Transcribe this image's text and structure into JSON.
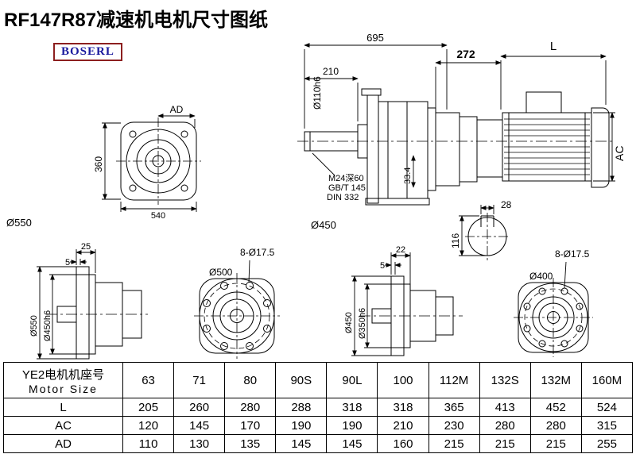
{
  "title": "RF147R87减速机电机尺寸图纸",
  "logo": "BOSERL",
  "drawing": {
    "assembly": {
      "dim_overall": "695",
      "dim_shaft": "210",
      "shaft_dia": "Ø110h6",
      "dim_adapter": "272",
      "dim_motor_len": "L",
      "dim_motor_height": "AC",
      "tap_note1": "M24深60",
      "tap_note2": "GB/T 145",
      "tap_note3": "DIN 332",
      "dim_33_4": "33.4",
      "flange_dia": "Ø450",
      "key_width": "28",
      "key_height": "116"
    },
    "front_view": {
      "dim_ad": "AD",
      "dim_360": "360",
      "dim_540": "540",
      "outer_dia": "Ø550"
    },
    "flange_views": {
      "v1": {
        "dim_25": "25",
        "dim_5": "5",
        "outer": "Ø550",
        "spigot": "Ø450h6"
      },
      "v2": {
        "holes": "8-Ø17.5",
        "dia": "Ø500"
      },
      "v3": {
        "dim_22": "22",
        "dim_5": "5",
        "outer": "Ø450",
        "spigot": "Ø350h6"
      },
      "v4": {
        "holes": "8-Ø17.5",
        "dia": "Ø400"
      }
    }
  },
  "table": {
    "header_cn": "YE2电机机座号",
    "header_en": "Motor Size",
    "motor_sizes": [
      "63",
      "71",
      "80",
      "90S",
      "90L",
      "100",
      "112M",
      "132S",
      "132M",
      "160M"
    ],
    "rows": [
      {
        "label": "L",
        "values": [
          "205",
          "260",
          "280",
          "288",
          "318",
          "318",
          "365",
          "413",
          "452",
          "524"
        ]
      },
      {
        "label": "AC",
        "values": [
          "120",
          "145",
          "170",
          "190",
          "190",
          "210",
          "230",
          "280",
          "280",
          "315"
        ]
      },
      {
        "label": "AD",
        "values": [
          "110",
          "130",
          "135",
          "145",
          "145",
          "160",
          "215",
          "215",
          "215",
          "255"
        ]
      }
    ]
  }
}
